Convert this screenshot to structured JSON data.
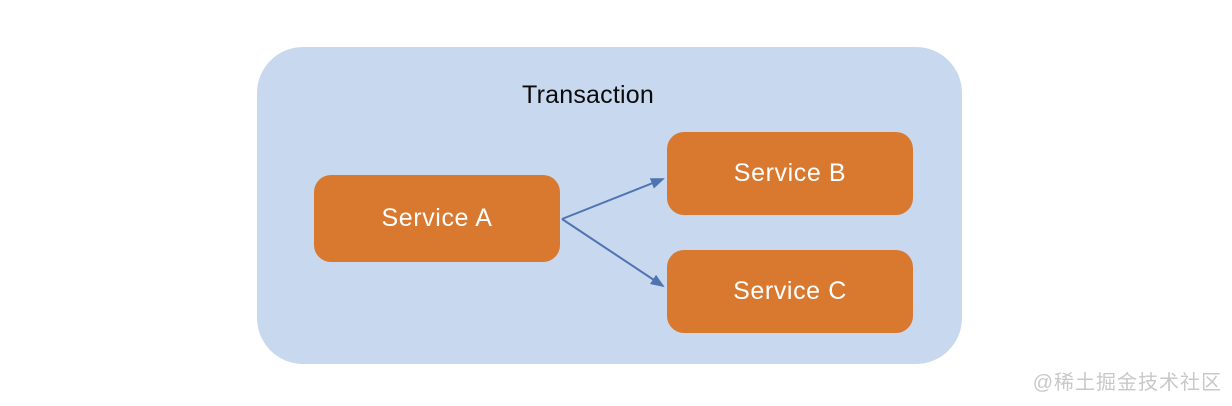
{
  "diagram": {
    "title": "Transaction",
    "nodes": [
      {
        "id": "service-a",
        "label": "Service A"
      },
      {
        "id": "service-b",
        "label": "Service B"
      },
      {
        "id": "service-c",
        "label": "Service C"
      }
    ],
    "edges": [
      {
        "from": "Service A",
        "to": "Service B"
      },
      {
        "from": "Service A",
        "to": "Service C"
      }
    ],
    "colors": {
      "container_fill": "#c8d8ee",
      "node_fill": "#d9782f",
      "node_text": "#ffffff",
      "arrow": "#4e74b2",
      "title_text": "#0b0b0b",
      "watermark": "#c8c8c8"
    }
  },
  "watermark": {
    "text": "@稀土掘金技术社区"
  }
}
